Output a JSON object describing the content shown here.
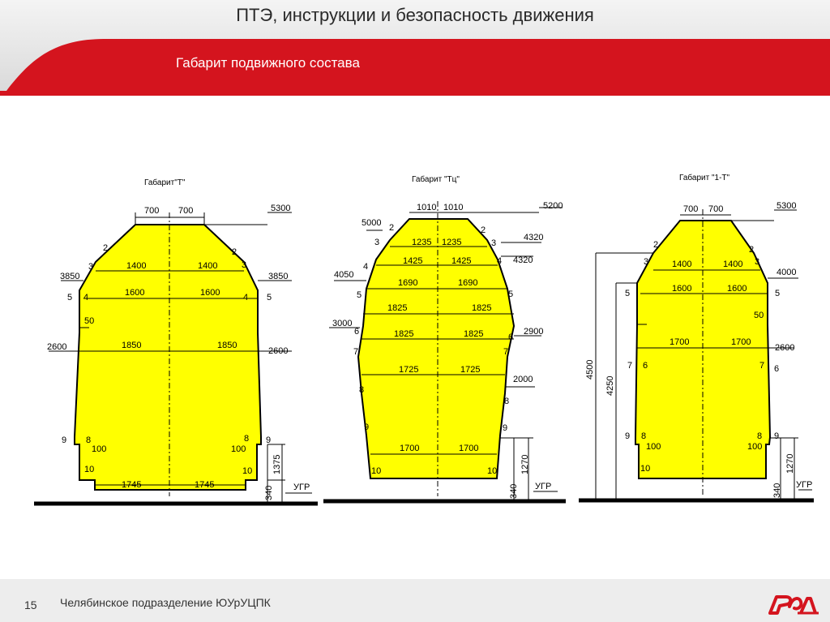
{
  "header": {
    "title": "ПТЭ, инструкции и безопасность движения",
    "subtitle": "Габарит подвижного состава"
  },
  "footer": {
    "page": "15",
    "org": "Челябинское подразделение ЮУрУЦПК"
  },
  "colors": {
    "accent": "#d4141e",
    "gauge_fill": "#ffff00"
  },
  "gauge_t": {
    "title": "Габарит\"Т\"",
    "d700l": "700",
    "d700r": "700",
    "d5300": "5300",
    "d3850l": "3850",
    "d3850r": "3850",
    "d1400l": "1400",
    "d1400r": "1400",
    "d1600l": "1600",
    "d1600r": "1600",
    "d50": "50",
    "d2600l": "2600",
    "d2600r": "2600",
    "d1850l": "1850",
    "d1850r": "1850",
    "d100l": "100",
    "d100r": "100",
    "d1745l": "1745",
    "d1745r": "1745",
    "d1375": "1375",
    "d340": "340",
    "ugr": "УГР",
    "p2l": "2",
    "p3l": "3",
    "p4l": "4",
    "p5l": "5",
    "p8l": "8",
    "p9l": "9",
    "p10l": "10",
    "p2r": "2",
    "p3r": "3",
    "p4r": "4",
    "p5r": "5",
    "p8r": "8",
    "p9r": "9",
    "p10r": "10"
  },
  "gauge_tc": {
    "title": "Габарит \"Тц\"",
    "d1010l": "1010",
    "d1010r": "1010",
    "d5200": "5200",
    "d5000": "5000",
    "d4320a": "4320",
    "d4320b": "4320",
    "d1235l": "1235",
    "d1235r": "1235",
    "d1425l": "1425",
    "d1425r": "1425",
    "d4050": "4050",
    "d1690l": "1690",
    "d1690r": "1690",
    "d1825al": "1825",
    "d1825ar": "1825",
    "d3000": "3000",
    "d2900": "2900",
    "d1825bl": "1825",
    "d1825br": "1825",
    "d1725l": "1725",
    "d1725r": "1725",
    "d2000": "2000",
    "d1700l": "1700",
    "d1700r": "1700",
    "d1270": "1270",
    "d340": "340",
    "ugr": "УГР",
    "p2l": "2",
    "p3l": "3",
    "p4l": "4",
    "p5l": "5",
    "p6l": "6",
    "p7l": "7",
    "p8l": "8",
    "p9l": "9",
    "p10l": "10",
    "p2r": "2",
    "p3r": "3",
    "p4r": "4",
    "p5r": "5",
    "p6r": "6",
    "p7r": "7",
    "p8r": "8",
    "p9r": "9",
    "p10r": "10"
  },
  "gauge_1t": {
    "title": "Габарит \"1-Т\"",
    "d700l": "700",
    "d700r": "700",
    "d5300": "5300",
    "d1400l": "1400",
    "d1400r": "1400",
    "d4000": "4000",
    "d1600l": "1600",
    "d1600r": "1600",
    "d50": "50",
    "d1700l": "1700",
    "d1700r": "1700",
    "d2600": "2600",
    "d100l": "100",
    "d100r": "100",
    "d4500": "4500",
    "d4250": "4250",
    "d1270": "1270",
    "d340": "340",
    "ugr": "УГР",
    "p2l": "2",
    "p3l": "3",
    "p5l": "5",
    "p6l": "6",
    "p7l": "7",
    "p8l": "8",
    "p9l": "9",
    "p10l": "10",
    "p2r": "2",
    "p3r": "3",
    "p5r": "5",
    "p6r": "6",
    "p7r": "7",
    "p8r": "8",
    "p9r": "9"
  }
}
